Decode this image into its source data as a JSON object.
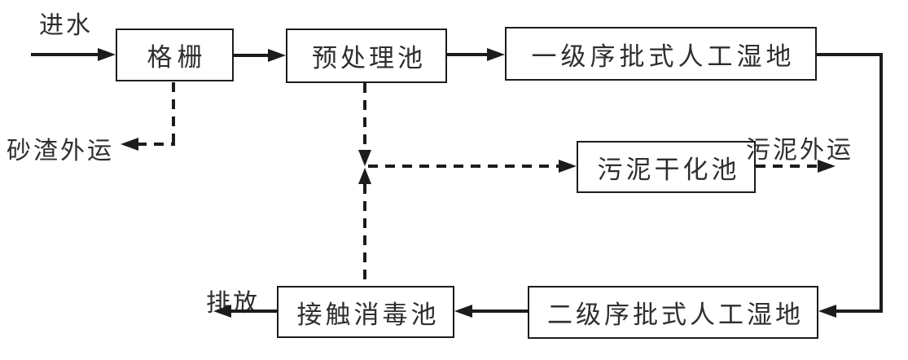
{
  "diagram": {
    "type": "process-flow",
    "subject": "sequencing batch constructed wetland wastewater treatment process",
    "nodes": {
      "grid": {
        "label": "格栅"
      },
      "pretreatment": {
        "label": "预处理池"
      },
      "wetland_stage1": {
        "label": "一级序批式人工湿地"
      },
      "sludge_drying": {
        "label": "污泥干化池"
      },
      "disinfection": {
        "label": "接触消毒池"
      },
      "wetland_stage2": {
        "label": "二级序批式人工湿地"
      }
    },
    "labels": {
      "influent": "进水",
      "grit_removal": "砂渣外运",
      "sludge_removal": "污泥外运",
      "discharge": "排放"
    },
    "edges": [
      {
        "from": "influent",
        "to": "grid",
        "style": "solid"
      },
      {
        "from": "grid",
        "to": "pretreatment",
        "style": "solid"
      },
      {
        "from": "pretreatment",
        "to": "wetland_stage1",
        "style": "solid"
      },
      {
        "from": "wetland_stage1",
        "to": "wetland_stage2",
        "style": "solid"
      },
      {
        "from": "wetland_stage2",
        "to": "disinfection",
        "style": "solid"
      },
      {
        "from": "disinfection",
        "to": "discharge",
        "style": "solid"
      },
      {
        "from": "grid",
        "to": "grit_removal",
        "style": "dashed"
      },
      {
        "from": "pretreatment",
        "to": "sludge_drying",
        "style": "dashed"
      },
      {
        "from": "disinfection",
        "to": "sludge_drying",
        "style": "dashed"
      },
      {
        "from": "sludge_drying",
        "to": "sludge_removal",
        "style": "dashed"
      }
    ],
    "colors": {
      "line": "#1c1c1c",
      "text": "#2e2e2e",
      "box_fill": "#ffffff",
      "background": "#ffffff"
    }
  }
}
